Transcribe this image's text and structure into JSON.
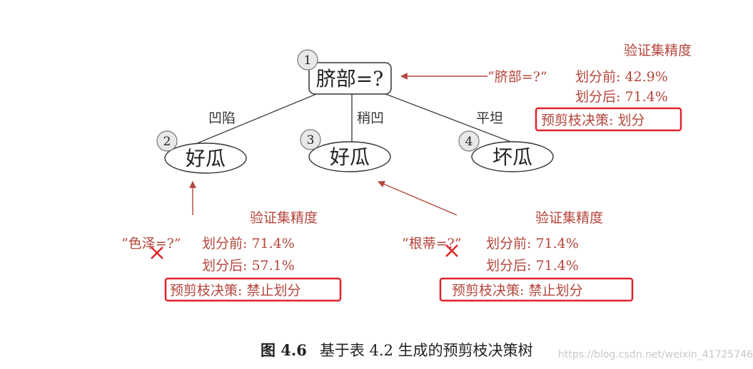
{
  "tree": {
    "root": {
      "number": "1",
      "label": "脐部=?"
    },
    "children": [
      {
        "number": "2",
        "label": "好瓜",
        "edge": "凹陷"
      },
      {
        "number": "3",
        "label": "好瓜",
        "edge": "稍凹"
      },
      {
        "number": "4",
        "label": "坏瓜",
        "edge": "平坦"
      }
    ]
  },
  "annotations": {
    "root": {
      "title": "验证集精度",
      "attribute": "“脐部=?”",
      "before": "划分前: 42.9%",
      "after": "划分后: 71.4%",
      "decision": "预剪枝决策: 划分"
    },
    "left": {
      "title": "验证集精度",
      "attribute": "“色泽=?”",
      "before": "划分前: 71.4%",
      "after": "划分后: 57.1%",
      "decision": "预剪枝决策: 禁止划分"
    },
    "middle": {
      "title": "验证集精度",
      "attribute": "“根蒂=?”",
      "before": "划分前: 71.4%",
      "after": "划分后: 71.4%",
      "decision": "预剪枝决策: 禁止划分"
    }
  },
  "caption": {
    "figure_number": "图 4.6",
    "text": "基于表 4.2 生成的预剪枝决策树"
  },
  "watermark": "https://blog.csdn.net/weixin_41725746",
  "colors": {
    "annotation": "#b4463c",
    "decision_box": "#e0242a",
    "cross": "#e0242a"
  }
}
